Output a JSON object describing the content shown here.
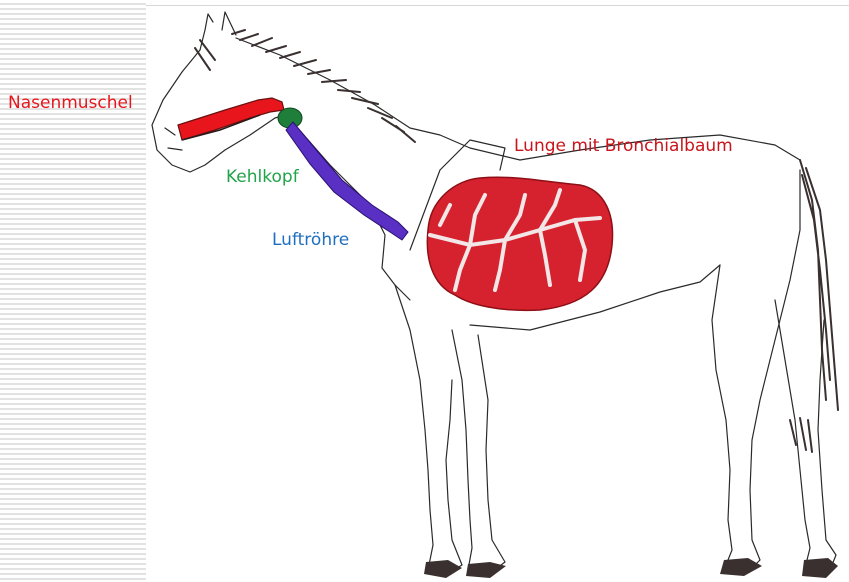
{
  "labels": {
    "nose": "Nasenmuschel",
    "larynx": "Kehlkopf",
    "trachea": "Luftröhre",
    "lung": "Lunge mit Bronchialbaum"
  },
  "colors": {
    "nose": "#e8161c",
    "larynx": "#21a34a",
    "trachea": "#1f6fc0",
    "lung": "#c8141a",
    "lung_fill": "#d6222f",
    "trachea_fill": "#5a2fc4",
    "larynx_fill": "#1f7f3a",
    "outline": "#2a2a2a",
    "mane": "#3a3030",
    "stripe": "#e2e2e2"
  },
  "icons": [
    "horse-sketch"
  ]
}
